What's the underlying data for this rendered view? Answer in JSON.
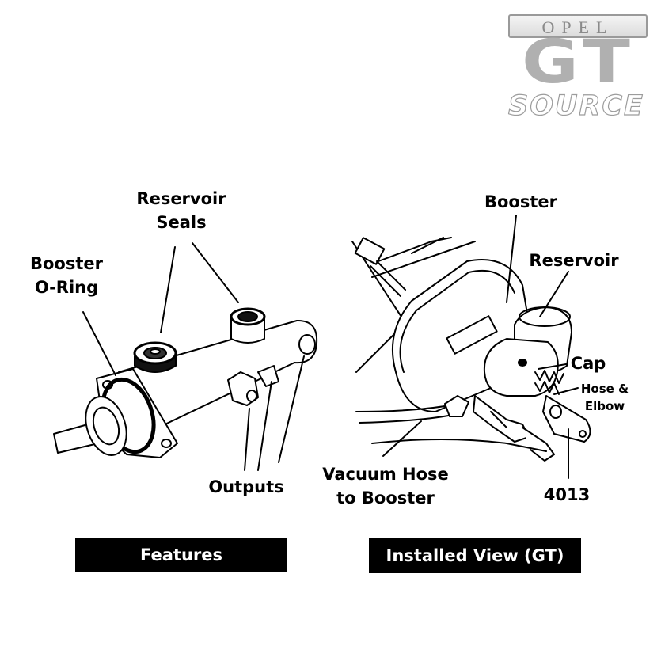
{
  "logo": {
    "brand": "OPEL",
    "model": "GT",
    "word": "SOURCE"
  },
  "features": {
    "labels": {
      "reservoir_seals_line1": "Reservoir",
      "reservoir_seals_line2": "Seals",
      "booster_oring_line1": "Booster",
      "booster_oring_line2": "O-Ring",
      "outputs": "Outputs"
    },
    "caption": "Features"
  },
  "installed": {
    "labels": {
      "booster": "Booster",
      "reservoir": "Reservoir",
      "cap": "Cap",
      "hose_elbow_line1": "Hose &",
      "hose_elbow_line2": "Elbow",
      "vacuum_line1": "Vacuum Hose",
      "vacuum_line2": "to Booster",
      "part_number": "4013"
    },
    "caption": "Installed View (GT)"
  }
}
